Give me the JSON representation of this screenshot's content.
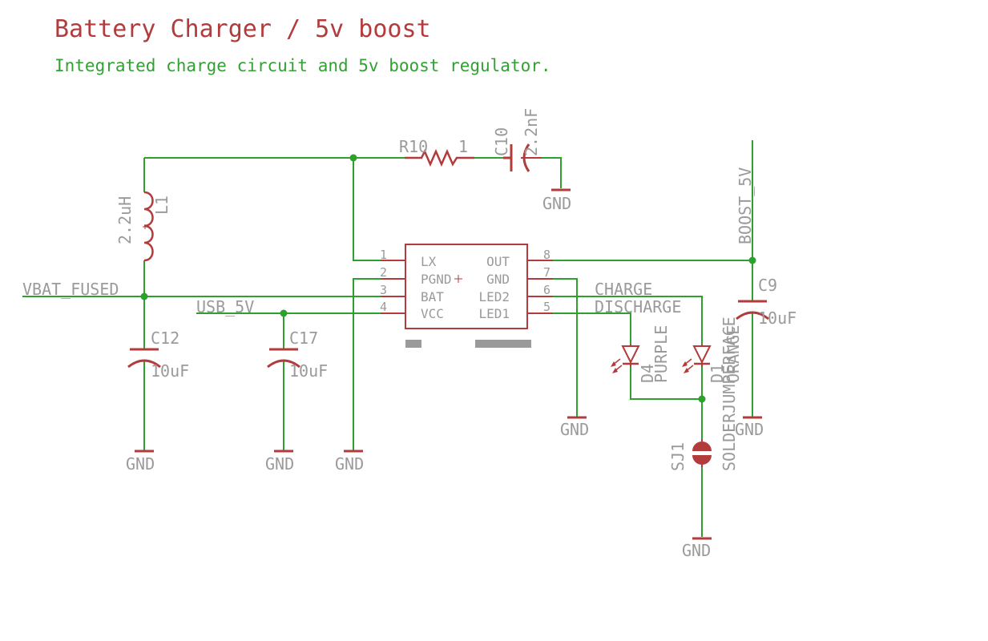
{
  "header": {
    "title": "Battery Charger / 5v boost",
    "subtitle": "Integrated charge circuit and 5v boost regulator."
  },
  "ic": {
    "pins_left": [
      {
        "num": "1",
        "name": "LX"
      },
      {
        "num": "2",
        "name": "PGND"
      },
      {
        "num": "3",
        "name": "BAT"
      },
      {
        "num": "4",
        "name": "VCC"
      }
    ],
    "pins_right": [
      {
        "num": "8",
        "name": "OUT"
      },
      {
        "num": "7",
        "name": "GND"
      },
      {
        "num": "6",
        "name": "LED2"
      },
      {
        "num": "5",
        "name": "LED1"
      }
    ]
  },
  "components": {
    "r10": {
      "name": "R10",
      "value": "1"
    },
    "c10": {
      "name": "C10",
      "value": "2.2nF"
    },
    "l1": {
      "name": "L1",
      "value": "2.2uH"
    },
    "c12": {
      "name": "C12",
      "value": "10uF"
    },
    "c17": {
      "name": "C17",
      "value": "10uF"
    },
    "c9": {
      "name": "C9",
      "value": "10uF"
    },
    "d4": {
      "name": "D4",
      "value": "PURPLE"
    },
    "d1": {
      "name": "D1",
      "value": "ORANGE"
    },
    "sj1": {
      "name": "SJ1",
      "value": "SOLDERJUMPERFACE"
    }
  },
  "nets": {
    "vbat": "VBAT_FUSED",
    "usb": "USB_5V",
    "boost": "BOOST_5V",
    "charge": "CHARGE",
    "discharge": "DISCHARGE",
    "gnd": "GND"
  },
  "colors": {
    "wire": "#2ea02e",
    "symbol": "#b23b3b",
    "label": "#9a9a9a",
    "description": "#33a033"
  }
}
